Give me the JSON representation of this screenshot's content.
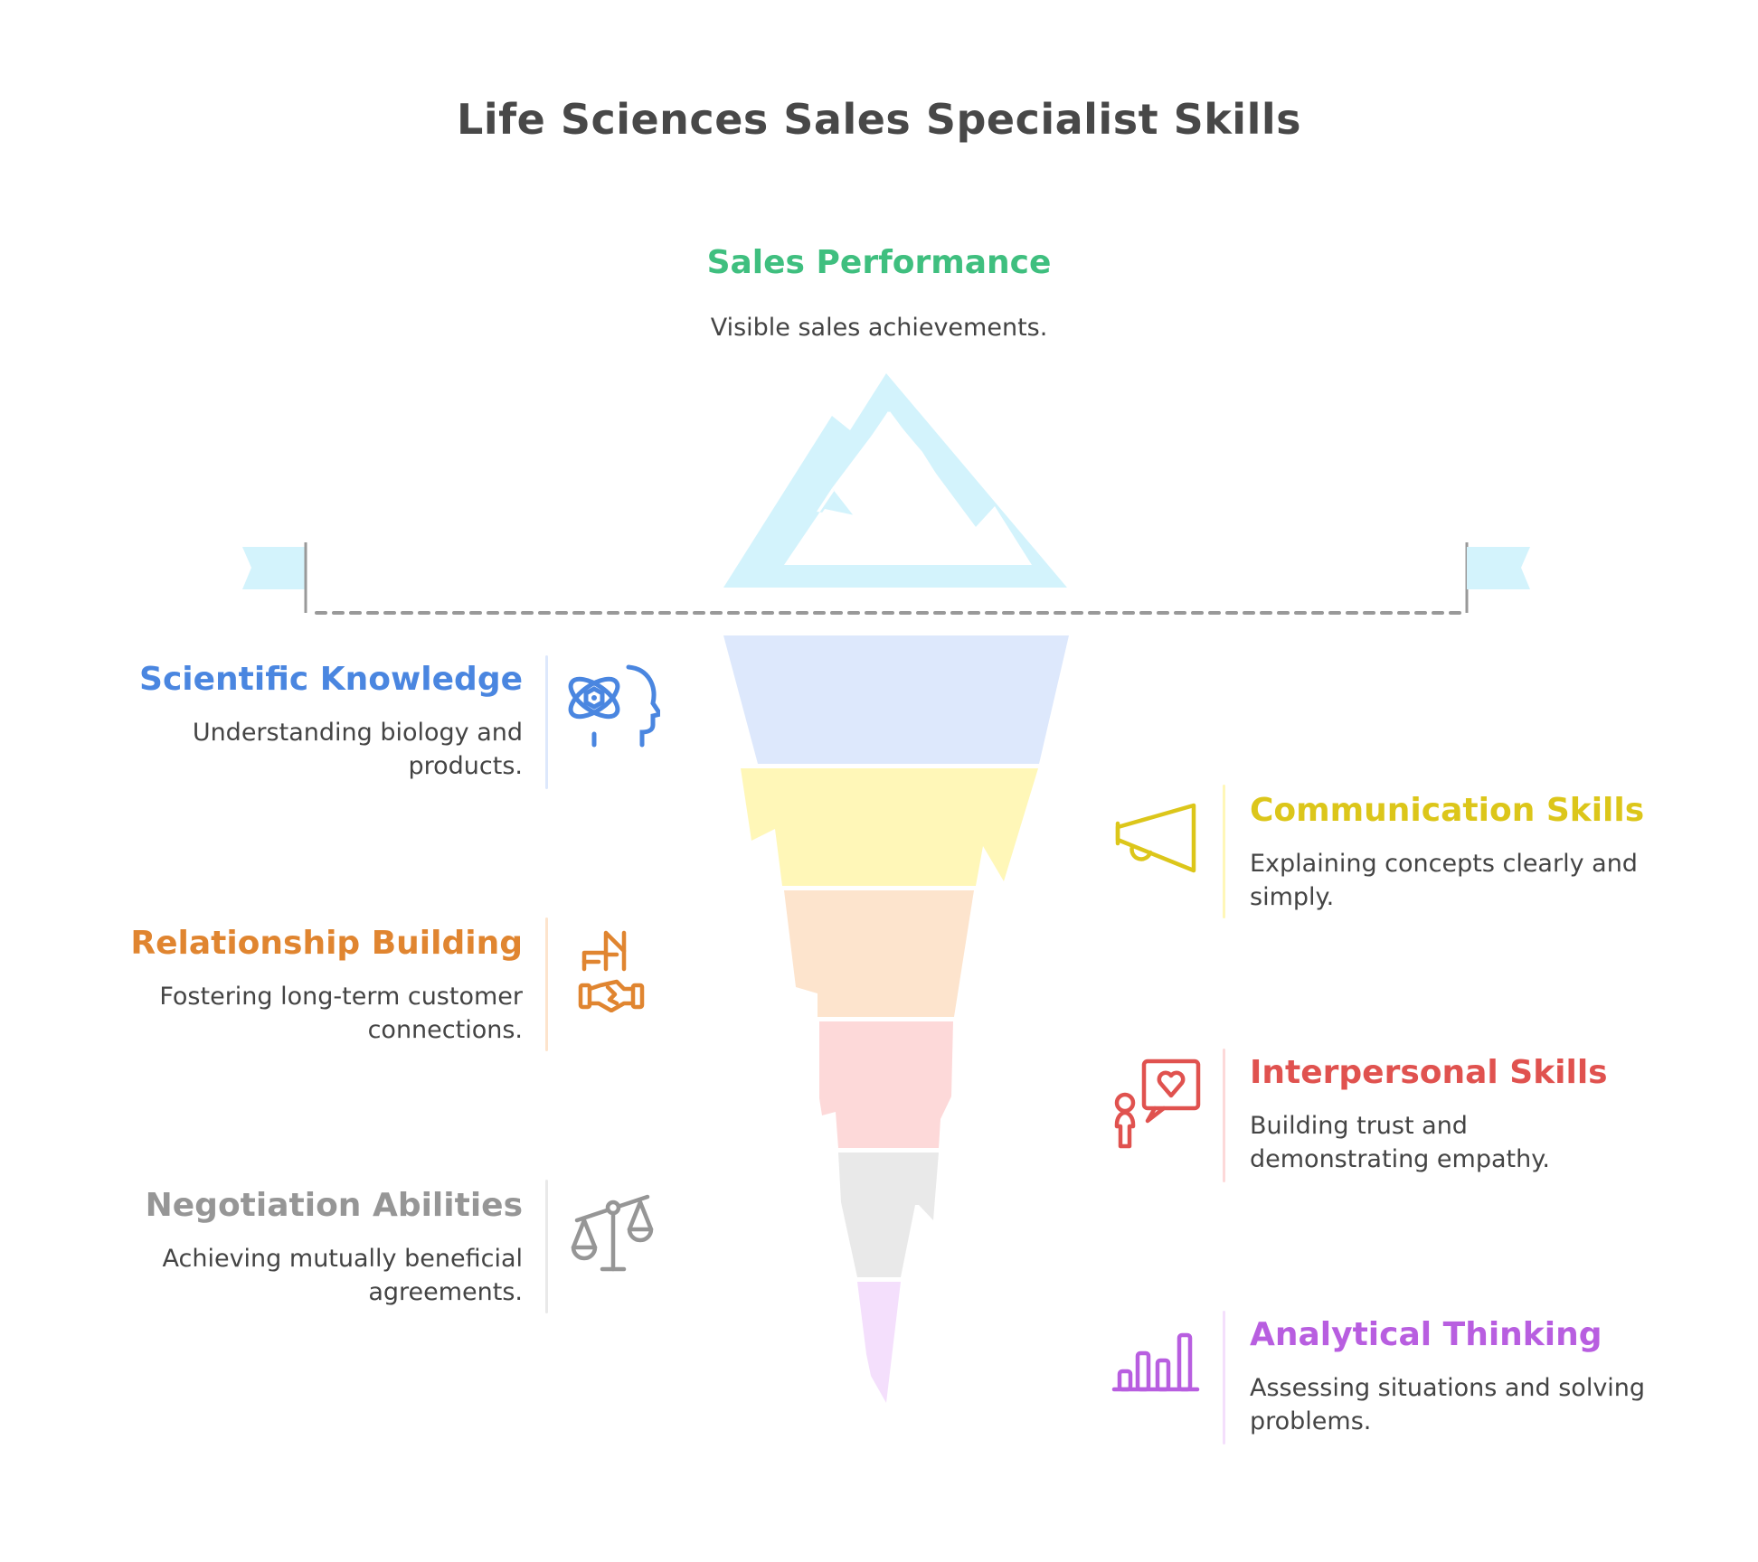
{
  "title": "Life Sciences Sales Specialist Skills",
  "top": {
    "heading": "Sales Performance",
    "description": "Visible sales achievements.",
    "color": "#3fbf7f"
  },
  "items": [
    {
      "heading": "Scientific Knowledge",
      "description": "Understanding biology and products.",
      "icon": "atom-head-icon",
      "color": "#4a86e0",
      "layer_color": "#dde8fc",
      "side": "left"
    },
    {
      "heading": "Communication Skills",
      "description": "Explaining concepts clearly and simply.",
      "icon": "megaphone-icon",
      "color": "#dcc61a",
      "layer_color": "#fff7b8",
      "side": "right"
    },
    {
      "heading": "Relationship Building",
      "description": "Fostering long-term customer connections.",
      "icon": "handshake-building-icon",
      "color": "#e08530",
      "layer_color": "#fde4cd",
      "side": "left"
    },
    {
      "heading": "Interpersonal Skills",
      "description": "Building trust and demonstrating empathy.",
      "icon": "person-heart-speech-icon",
      "color": "#e0524f",
      "layer_color": "#fdd9d9",
      "side": "right"
    },
    {
      "heading": "Negotiation Abilities",
      "description": "Achieving mutually beneficial agreements.",
      "icon": "scales-icon",
      "color": "#969696",
      "layer_color": "#e9e9e9",
      "side": "left"
    },
    {
      "heading": "Analytical Thinking",
      "description": "Assessing situations and solving problems.",
      "icon": "bar-chart-icon",
      "color": "#b85ee0",
      "layer_color": "#f4dffc",
      "side": "right"
    }
  ],
  "colors": {
    "ice": "#d3f3fc",
    "waterline": "#999999",
    "title": "#484848"
  }
}
